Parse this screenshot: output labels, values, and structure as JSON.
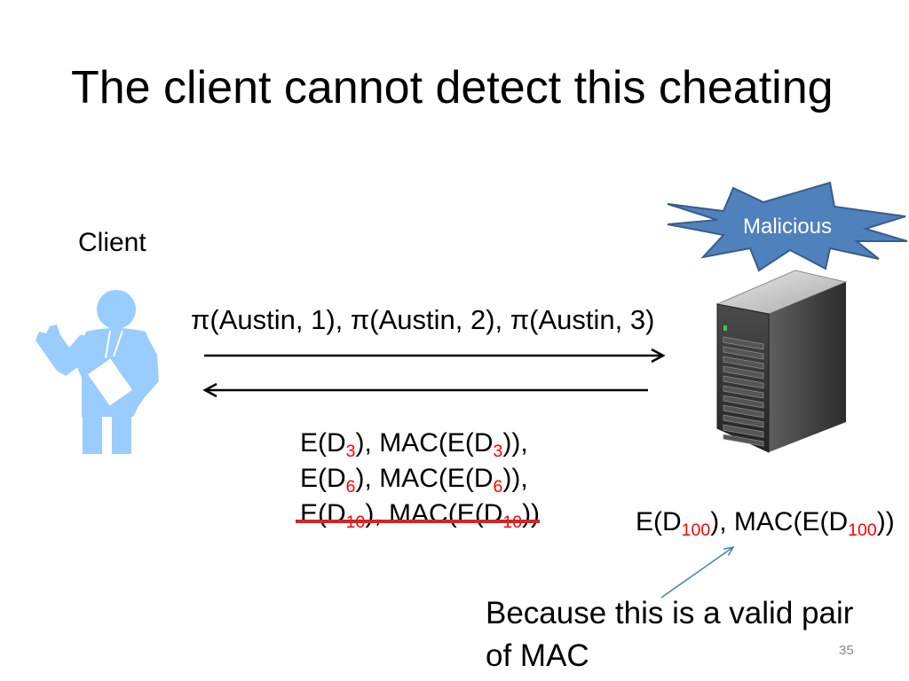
{
  "slide": {
    "title": "The client cannot detect this cheating",
    "page_number": "35"
  },
  "client": {
    "label": "Client",
    "icon": "person-icon"
  },
  "server": {
    "icon": "server-icon",
    "badge_shape": "starburst",
    "badge_label": "Malicious"
  },
  "request": {
    "text": "π(Austin, 1), π(Austin, 2), π(Austin, 3)",
    "arrow": "right-arrow"
  },
  "response": {
    "arrow": "left-arrow",
    "lines": [
      {
        "pre": "E(D",
        "sub1": "3",
        "mid": "), MAC(E(D",
        "sub2": "3",
        "post": ")),"
      },
      {
        "pre": "E(D",
        "sub1": "6",
        "mid": "), MAC(E(D",
        "sub2": "6",
        "post": ")),"
      },
      {
        "pre": "E(D",
        "sub1": "10",
        "mid": "), MAC(E(D",
        "sub2": "10",
        "post": "))"
      }
    ]
  },
  "substitute": {
    "pre": "E(D",
    "sub1": "100",
    "mid": "), MAC(E(D",
    "sub2": "100",
    "post": "))"
  },
  "annotation": {
    "lines": [
      "Because this is a valid pair",
      "of MAC"
    ],
    "arrow": "pointer-arrow"
  },
  "colors": {
    "text": "#000000",
    "subscript": "#FF0000",
    "strikethrough": "#E02020",
    "person": "#99CCFF",
    "starburst_fill": "#4F81BD",
    "starburst_stroke": "#385D8A",
    "pointer_arrow": "#4A7EBB",
    "page_number": "#898989"
  }
}
